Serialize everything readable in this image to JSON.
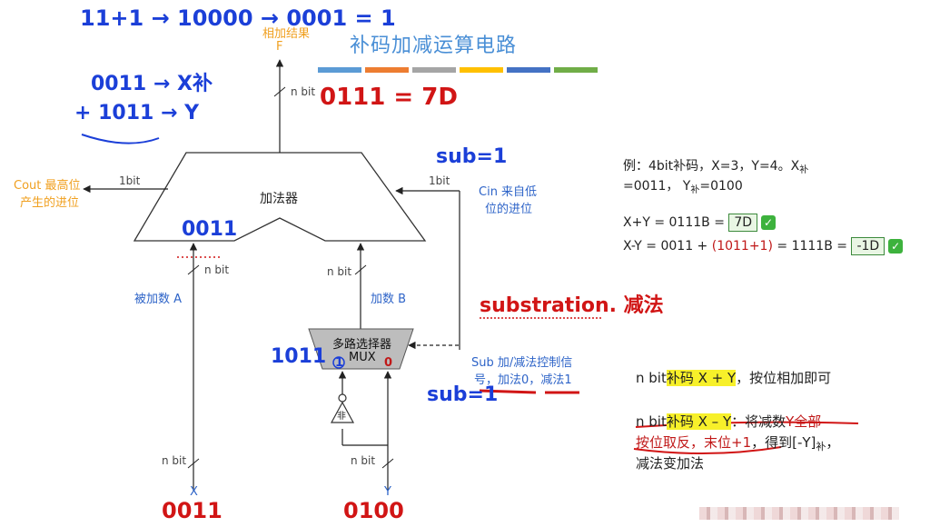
{
  "title": "补码加减运算电路",
  "color_bar": [
    "#5b9bd5",
    "#ed7d31",
    "#a5a5a5",
    "#ffc000",
    "#4472c4",
    "#70ad47"
  ],
  "diagram": {
    "adder_label": "加法器",
    "mux_label_1": "多路选择器",
    "mux_label_2": "MUX",
    "mux_in1": "1",
    "mux_in0": "0",
    "not_gate": "非",
    "result_label_1": "相加结果",
    "result_label_2": "F",
    "nbit_out": "n bit",
    "cout_1": "Cout 最高位",
    "cout_2": "产生的进位",
    "bit1_left": "1bit",
    "bit1_right": "1bit",
    "cin_1": "Cin 来自低",
    "cin_2": "位的进位",
    "nbit_a": "n bit",
    "nbit_b": "n bit",
    "addend_a": "被加数 A",
    "addend_b": "加数 B",
    "sub_1": "Sub 加/减法控制信",
    "sub_2_a": "号，",
    "sub_2_b": "加法0",
    "sub_2_c": "，",
    "sub_2_d": "减法1",
    "nbit_x": "n bit",
    "nbit_y": "n bit",
    "x": "X",
    "y": "Y"
  },
  "example": {
    "line1": "例：4bit补码，X=3，Y=4。X",
    "sub_bu1": "补",
    "line2_a": "=0011，  Y",
    "sub_bu2": "补",
    "line2_b": "=0100",
    "sum_a": "X+Y = 0111B = ",
    "sum_box": "7D",
    "diff_a": "X-Y = 0011 + ",
    "diff_red": "(1011+1)",
    "diff_b": " = 1111B = ",
    "diff_box": "-1D",
    "check": "✓"
  },
  "rules": {
    "r1_a": "n bit",
    "r1_hl": "补码 X + Y",
    "r1_b": "，按位相加即可",
    "r2_a": "n bit",
    "r2_hl": "补码 X – Y",
    "r2_b": "：将减数",
    "r2_red": "Y全部",
    "r3_red": "按位取反，末位+1",
    "r3_b": "，得到[-Y]",
    "r3_sub": "补",
    "r3_c": "，",
    "r4": "减法变加法"
  },
  "handwriting": {
    "top": "11+1 → 10000 → 0001 = 1",
    "x_bu": "0011 → X补",
    "y_bu": "+ 1011 → Y",
    "out": "0111 = 7D",
    "sub1_top": "sub=1",
    "a_val": "0011",
    "mux_val": "1011",
    "sub1_bottom": "sub=1",
    "substraction": "substration. 减法",
    "x_val": "0011",
    "y_val": "0100"
  }
}
